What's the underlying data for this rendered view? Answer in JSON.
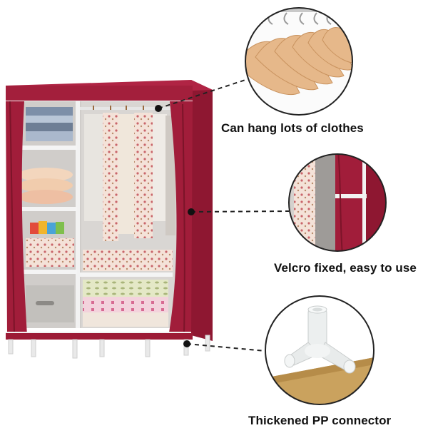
{
  "product": {
    "fabric_color": "#9e1b37",
    "frame_color": "#f2f2f2"
  },
  "callouts": [
    {
      "id": "hanging",
      "label": "Can hang lots of clothes",
      "icon": "hangers-closeup"
    },
    {
      "id": "velcro",
      "label": "Velcro fixed, easy to use",
      "icon": "velcro-strap-closeup"
    },
    {
      "id": "connector",
      "label": "Thickened PP connector",
      "icon": "pp-connector-closeup"
    }
  ]
}
